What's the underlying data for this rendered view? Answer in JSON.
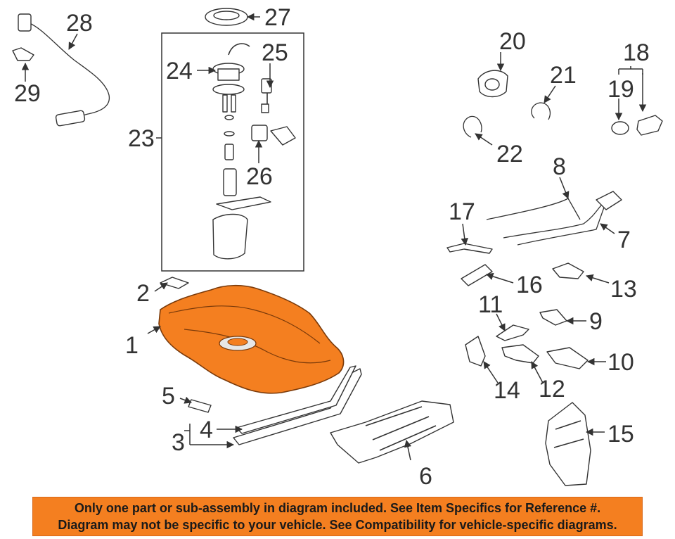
{
  "callouts": {
    "c1": "1",
    "c2": "2",
    "c3": "3",
    "c4": "4",
    "c5": "5",
    "c6": "6",
    "c7": "7",
    "c8": "8",
    "c9": "9",
    "c10": "10",
    "c11": "11",
    "c12": "12",
    "c13": "13",
    "c14": "14",
    "c15": "15",
    "c16": "16",
    "c17": "17",
    "c18": "18",
    "c19": "19",
    "c20": "20",
    "c21": "21",
    "c22": "22",
    "c23": "23",
    "c24": "24",
    "c25": "25",
    "c26": "26",
    "c27": "27",
    "c28": "28",
    "c29": "29"
  },
  "highlight_color": "#f47f20",
  "banner": {
    "line1": "Only one part or sub-assembly in diagram included. See Item Specifics for Reference #.",
    "line2": "Diagram may not be specific to your vehicle. See Compatibility for vehicle-specific diagrams."
  }
}
